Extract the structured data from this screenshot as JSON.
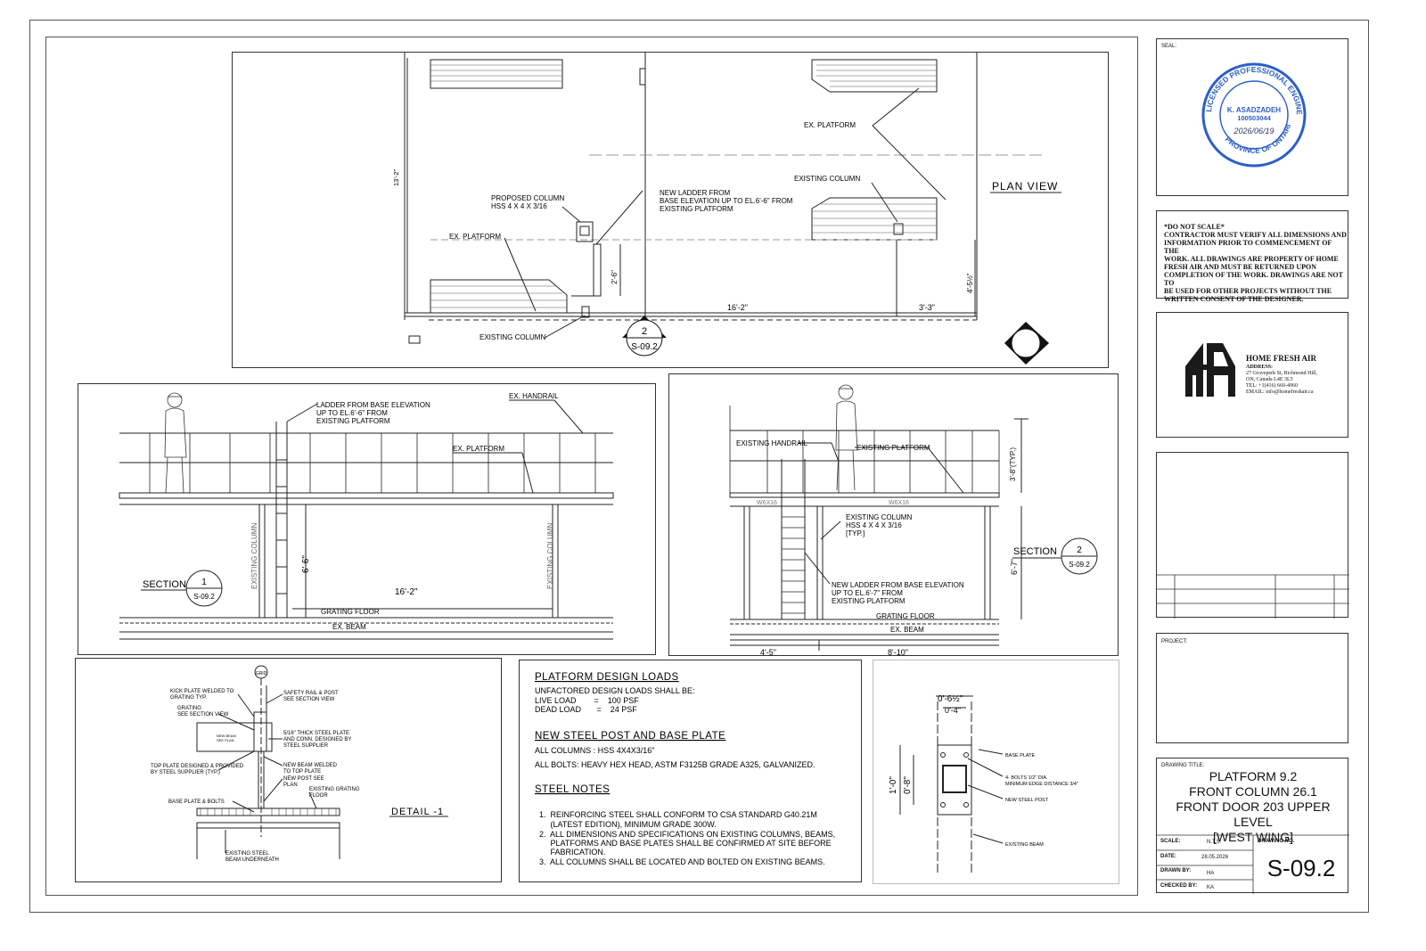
{
  "seal": {
    "label": "SEAL:",
    "ring_top": "LICENSED PROFESSIONAL ENGINEER",
    "ring_bottom": "PROVINCE OF ONTARIO",
    "name": "K. ASADZADEH",
    "number": "100503044",
    "date": "2026/06/19",
    "color": "#2b5fc7"
  },
  "notice": {
    "title": "*DO NOT SCALE*",
    "lines": [
      "CONTRACTOR MUST VERIFY ALL DIMENSIONS AND",
      "INFORMATION PRIOR TO COMMENCEMENT OF THE",
      "WORK. ALL DRAWINGS ARE PROPERTY OF HOME",
      "FRESH AIR AND MUST BE RETURNED UPON",
      "COMPLETION OF THE WORK. DRAWINGS ARE NOT TO",
      "BE USED FOR OTHER PROJECTS WITHOUT THE",
      "WRITTEN CONSENT OF THE DESIGNER."
    ]
  },
  "company": {
    "logo_icon": "hfa-logo-icon",
    "name": "HOME FRESH AIR",
    "address_label": "ADDRESS:",
    "address1": "27 Groveperk St, Richmond Hill,",
    "address2": "ON, Canada L4E 3L5",
    "tel": "TEL: +1(416) 660-4960",
    "email": "EMAIL: info@homefreshair.ca"
  },
  "project": {
    "label": "PROJECT:"
  },
  "title_block": {
    "title_label": "DRAWING TITLE:",
    "title_lines": [
      "PLATFORM 9.2",
      "FRONT COLUMN 26.1",
      "FRONT DOOR 203 UPPER LEVEL",
      "[WEST WING]"
    ],
    "scale_label": "SCALE:",
    "scale": "N.T.S.",
    "date_label": "DATE:",
    "date": "28.05.2026",
    "drawn_label": "DRAWN BY:",
    "drawn": "HA",
    "checked_label": "CHECKED BY:",
    "checked": "KA",
    "number_label": "DRAWING NO.",
    "number": "S-09.2"
  },
  "plan_view": {
    "title": "PLAN VIEW",
    "dim_height": "13'-2\"",
    "dim_main": "16'-2\"",
    "dim_right": "3'-3\"",
    "dim_ladder": "2'-6\"",
    "dim_col": "4'-5½\"",
    "label_ex_platform_top": "EX. PLATFORM",
    "label_existing_column_r": "EXISTING COLUMN",
    "label_proposed_column": "PROPOSED COLUMN",
    "label_proposed_column_2": "HSS 4 X 4 X 3/16",
    "label_new_ladder_1": "NEW LADDER FROM",
    "label_new_ladder_2": "BASE ELEVATION UP TO EL.6'-6\" FROM",
    "label_new_ladder_3": "EXISTING PLATFORM",
    "label_ex_platform_left": "EX. PLATFORM",
    "label_existing_column_b": "EXISTING COLUMN",
    "sec_mark_num": "2",
    "sec_mark_ref": "S-09.2"
  },
  "section1": {
    "title": "SECTION",
    "num": "1",
    "ref": "S-09.2",
    "ladder_1": "LADDER FROM BASE ELEVATION",
    "ladder_2": "UP TO EL.6'-6\" FROM",
    "ladder_3": "EXISTING PLATFORM",
    "handrail": "EX. HANDRAIL",
    "platform": "EX. PLATFORM",
    "col_left": "EXISTING COLUMN",
    "col_right": "EXISTING COLUMN",
    "dim_height": "6'-6\"",
    "dim_width": "16'-2\"",
    "grating": "GRATING FLOOR",
    "beam": "EX. BEAM"
  },
  "section2": {
    "title": "SECTION",
    "num": "2",
    "ref": "S-09.2",
    "handrail": "EXISTING HANDRAIL",
    "platform": "EXISTING PLATFORM",
    "dim_rail": "3'-8\"(TYP.)",
    "beam_l": "W6X16",
    "beam_r": "W6X16",
    "col_1": "EXISTING COLUMN",
    "col_2": "HSS 4 X 4 X 3/16",
    "col_3": "[TYP.]",
    "ladder_1": "NEW LADDER FROM BASE ELEVATION",
    "ladder_2": "UP TO EL.6'-7\" FROM",
    "ladder_3": "EXISTING PLATFORM",
    "dim_height": "6'-7\"",
    "grating": "GRATING FLOOR",
    "beam": "EX. BEAM",
    "dim_a": "4'-5\"",
    "dim_b": "8'-10\""
  },
  "detail1": {
    "title": "DETAIL -1",
    "grid": "GRID",
    "kick_1": "KICK PLATE WELDED TO",
    "kick_2": "GRATING TYP.",
    "grating_1": "GRATING",
    "grating_2": "SEE SECTION VIEW",
    "safety_1": "SAFETY RAIL & POST",
    "safety_2": "SEE SECTION VIEW",
    "plate_1": "5/16\" THICK STEEL PLATE",
    "plate_2": "AND CONN. DESIGNED BY",
    "plate_3": "STEEL SUPPLIER",
    "newbeam_1": "NEW BEAM",
    "newbeam_2": "SEE PLAN",
    "top_1": "TOP PLATE DESIGNED & PROVIDED",
    "top_2": "BY STEEL SUPPLIER (TYP.)",
    "weld_1": "NEW BEAM WELDED",
    "weld_2": "TO TOP PLATE",
    "post_1": "NEW POST SEE",
    "post_2": "PLAN",
    "floor_1": "EXISTING GRATING",
    "floor_2": "FLOOR",
    "base": "BASE PLATE & BOLTS",
    "beam_1": "EXISTING STEEL",
    "beam_2": "BEAM UNDERNEATH"
  },
  "notes": {
    "h1": "PLATFORM DESIGN LOADS",
    "l1": "UNFACTORED DESIGN LOADS SHALL BE:",
    "l2": "LIVE LOAD        =    100 PSF",
    "l3": "DEAD LOAD       =    24 PSF",
    "h2": "NEW STEEL POST AND BASE PLATE",
    "l4": "ALL COLUMNS : HSS 4X4X3/16\"",
    "l5": "ALL BOLTS: HEAVY HEX HEAD, ASTM F3125B GRADE A325, GALVANIZED.",
    "h3": "STEEL NOTES",
    "n1a": "1.  REINFORCING STEEL SHALL CONFORM TO CSA STANDARD G40.21M",
    "n1b": "     (LATEST EDITION), MINIMUM GRADE 300W.",
    "n2a": "2.  ALL DIMENSIONS AND SPECIFICATIONS ON EXISTING COLUMNS, BEAMS,",
    "n2b": "     PLATFORMS AND BASE PLATES SHALL BE CONFIRMED AT SITE BEFORE",
    "n2c": "     FABRICATION.",
    "n3": "3.  ALL COLUMNS SHALL BE LOCATED AND BOLTED ON EXISTING BEAMS."
  },
  "baseplate": {
    "dim_top": "0'-6½\"",
    "dim_inner": "0'-4\"",
    "dim_h": "1'-0\"",
    "dim_h2": "0'-8\"",
    "base_plate": "BASE PLATE",
    "bolts_1": "4- BOLTS 1/2\" DIA.",
    "bolts_2": "MINIMUM EDGE DISTANCE 3/4\"",
    "post": "NEW STEEL POST",
    "beam": "EXISTING BEAM"
  }
}
